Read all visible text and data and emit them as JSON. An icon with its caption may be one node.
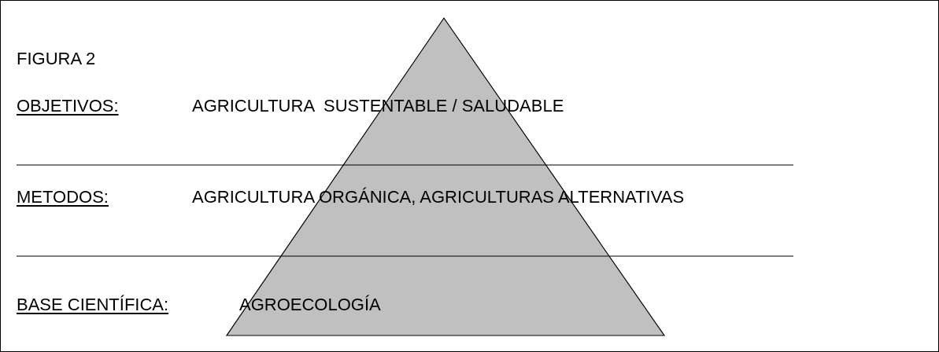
{
  "diagram": {
    "labels": [
      "FIGURA 2",
      "OBJETIVOS:",
      "AGRICULTURA  SUSTENTABLE / SALUDABLE",
      "METODOS:",
      "AGRICULTURA ORGÁNICA, AGRICULTURAS ALTERNATIVAS",
      "BASE CIENTÍFICA:",
      "AGROECOLOGÍA"
    ]
  }
}
